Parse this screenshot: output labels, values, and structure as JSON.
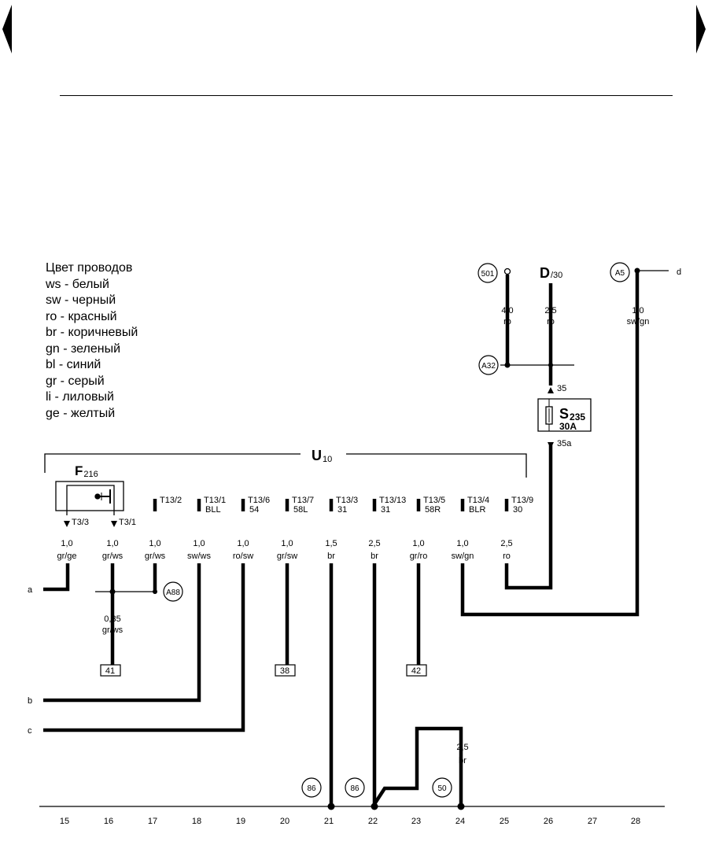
{
  "navigation": {
    "prev_icon": "triangle-left-icon",
    "next_icon": "triangle-right-icon"
  },
  "legend": {
    "title": "Цвет проводов",
    "items": [
      "ws - белый",
      "sw - черный",
      "ro - красный",
      "br - коричневый",
      "gn - зеленый",
      "bl - синий",
      "gr - серый",
      "li - лиловый",
      "ge - желтый"
    ]
  },
  "components": {
    "u10": {
      "main": "U",
      "sub": "10"
    },
    "f216": {
      "main": "F",
      "sub": "216"
    },
    "s235": {
      "main": "S",
      "sub": "235",
      "rating": "30A"
    },
    "d30": {
      "main": "D",
      "sub": "/30"
    }
  },
  "wires": [
    {
      "id": "f216_t33",
      "pin": "T3/3",
      "pin_desc": "",
      "gauge": "1,0",
      "color": "gr/ge"
    },
    {
      "id": "f216_t31",
      "pin": "T3/1",
      "pin_desc": "",
      "gauge": "1,0",
      "color": "gr/ws"
    },
    {
      "id": "t13_2",
      "pin": "T13/2",
      "pin_desc": "",
      "gauge": "1,0",
      "color": "gr/ws"
    },
    {
      "id": "t13_1",
      "pin": "T13/1",
      "pin_desc": "BLL",
      "gauge": "1,0",
      "color": "sw/ws"
    },
    {
      "id": "t13_6",
      "pin": "T13/6",
      "pin_desc": "54",
      "gauge": "1,0",
      "color": "ro/sw"
    },
    {
      "id": "t13_7",
      "pin": "T13/7",
      "pin_desc": "58L",
      "gauge": "1,0",
      "color": "gr/sw"
    },
    {
      "id": "t13_3",
      "pin": "T13/3",
      "pin_desc": "31",
      "gauge": "1,5",
      "color": "br"
    },
    {
      "id": "t13_13",
      "pin": "T13/13",
      "pin_desc": "31",
      "gauge": "2,5",
      "color": "br"
    },
    {
      "id": "t13_5",
      "pin": "T13/5",
      "pin_desc": "58R",
      "gauge": "1,0",
      "color": "gr/ro"
    },
    {
      "id": "t13_4",
      "pin": "T13/4",
      "pin_desc": "BLR",
      "gauge": "1,0",
      "color": "sw/gn"
    },
    {
      "id": "t13_9",
      "pin": "T13/9",
      "pin_desc": "30",
      "gauge": "2,5",
      "color": "ro"
    }
  ],
  "top_wires": [
    {
      "id": "w501",
      "gauge": "4,0",
      "color": "ro"
    },
    {
      "id": "wd30",
      "gauge": "2,5",
      "color": "ro"
    },
    {
      "id": "wa5",
      "gauge": "1,0",
      "color": "sw/gn"
    }
  ],
  "splice": {
    "gauge": "0,35",
    "color": "gr/ws"
  },
  "ground_link": {
    "gauge": "2,5",
    "color": "br"
  },
  "fuse_pins": {
    "in": "35",
    "out": "35a"
  },
  "connectors": [
    "501",
    "A5",
    "A32",
    "A88",
    "86",
    "86",
    "50"
  ],
  "refs": [
    "41",
    "38",
    "42"
  ],
  "ends": {
    "a": "a",
    "b": "b",
    "c": "c",
    "d": "d"
  },
  "scale": [
    "15",
    "16",
    "17",
    "18",
    "19",
    "20",
    "21",
    "22",
    "23",
    "24",
    "25",
    "26",
    "27",
    "28"
  ]
}
